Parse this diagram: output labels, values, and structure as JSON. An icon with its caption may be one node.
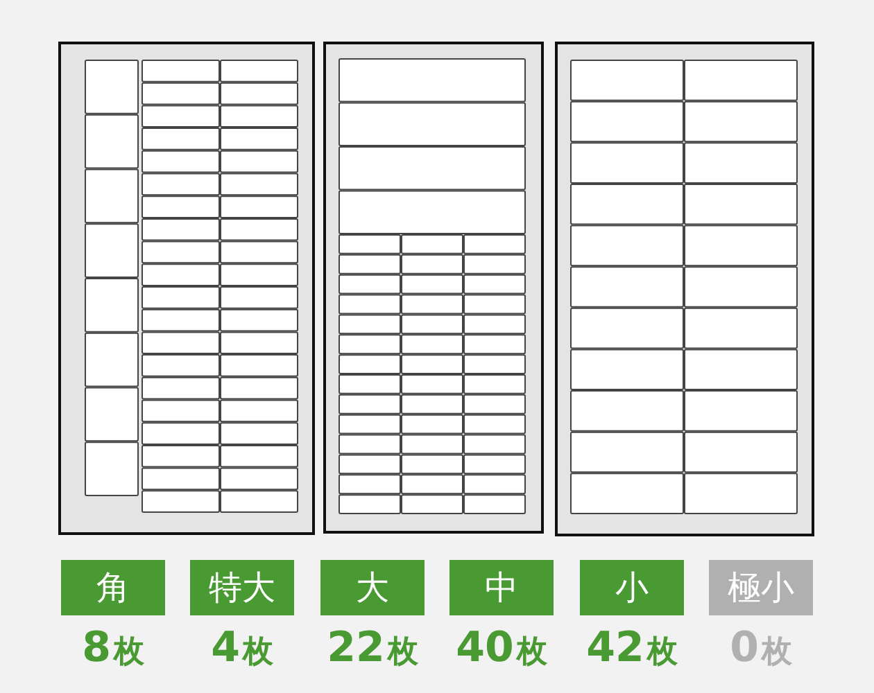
{
  "diagram": {
    "nodes": [
      {
        "text": [
          "角"
        ],
        "beside": [
          "8枚"
        ]
      },
      {
        "text": [
          "特大"
        ],
        "beside": [
          "4枚"
        ]
      },
      {
        "text": [
          "大"
        ],
        "beside": [
          "22枚"
        ]
      },
      {
        "text": [
          "中"
        ],
        "beside": [
          "40枚"
        ]
      },
      {
        "text": [
          "小"
        ],
        "beside": [
          "42枚"
        ]
      },
      {
        "text": [
          "極小"
        ],
        "beside": [
          "0枚"
        ]
      }
    ]
  }
}
